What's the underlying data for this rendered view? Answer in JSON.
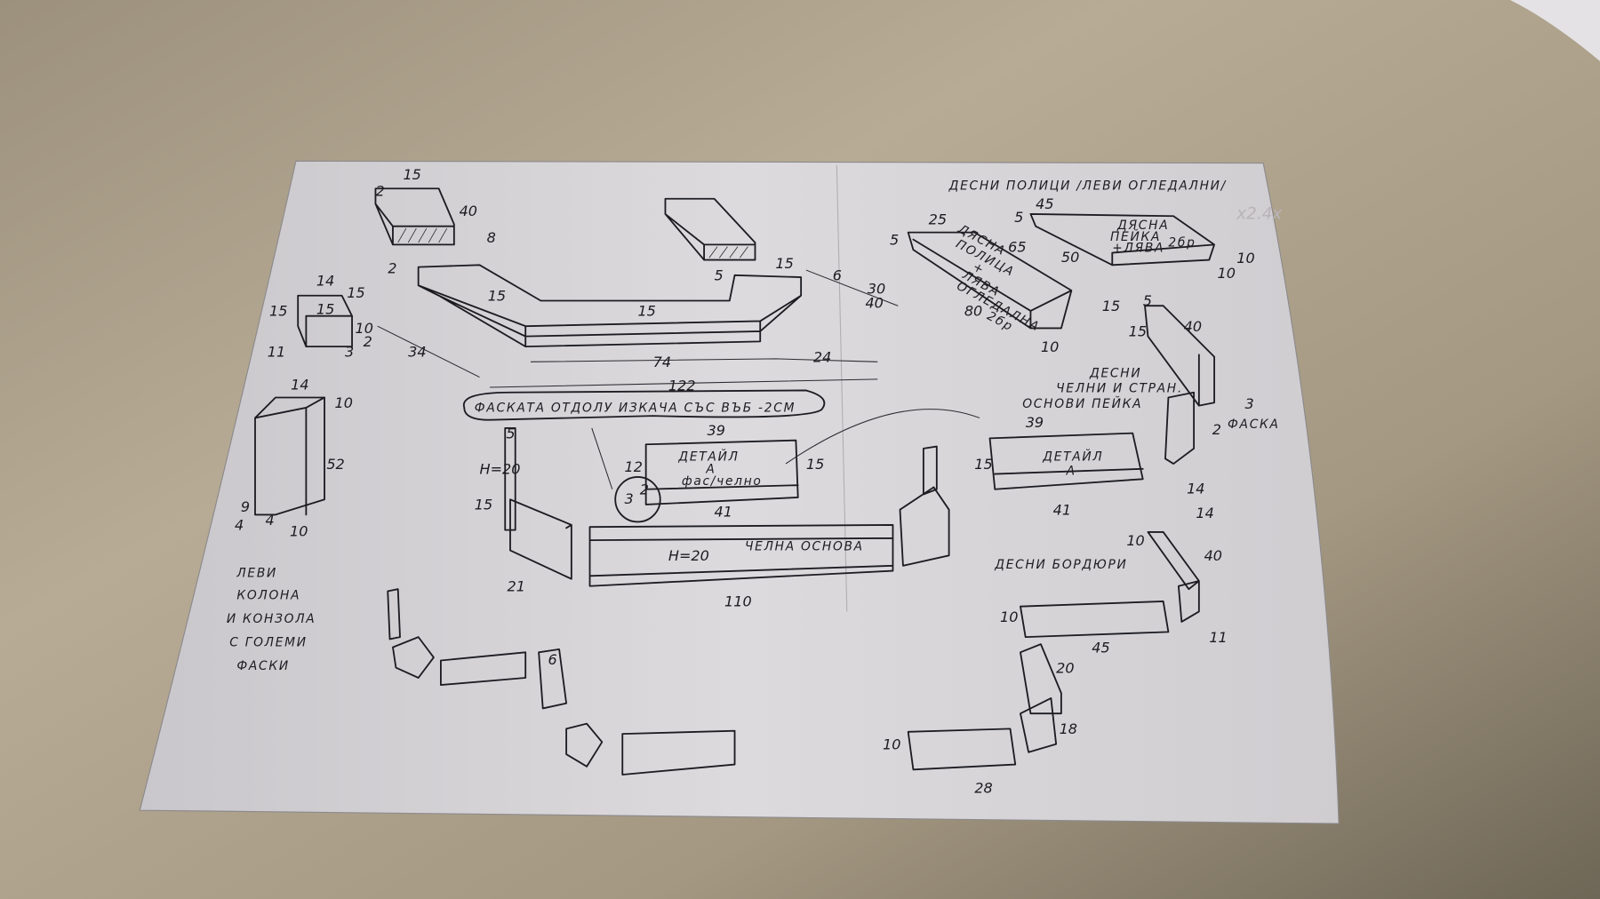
{
  "colors": {
    "paper": "#d8d6d8",
    "ink": "#1c1c22",
    "surface": "#a89c86"
  },
  "labels": {
    "right_shelves_title": "ДЕСНИ ПОЛИЦИ /ЛЕВИ ОГЛЕДАЛНИ/",
    "right_bench_1": "ДЯСНА",
    "right_bench_2": "ПЕЙКА",
    "right_bench_3": "+ЛЯВА",
    "right_bench_qty": "2бр",
    "right_shelf_1": "ДЯСНА",
    "right_shelf_2": "ПОЛИЦА",
    "right_shelf_3": "+",
    "right_shelf_4": "ЛЯВА",
    "right_shelf_5": "ОГЛЕДАЛНА",
    "right_shelf_qty": "2бр",
    "bench_bases_1": "ДЕСНИ",
    "bench_bases_2": "ЧЕЛНИ И СТРАН.",
    "bench_bases_3": "ОСНОВИ ПЕЙКА",
    "chamfer": "ФАСКА",
    "chamfer_note": "ФАСКАТА ОТДОЛУ ИЗКАЧА СЪС ВЪБ -2СМ",
    "detail_a_1": "ДЕТАЙЛ",
    "detail_a_2": "А",
    "detail_a_3": "фас/челно",
    "detail_a_right_1": "ДЕТАЙЛ",
    "detail_a_right_2": "А",
    "front_base": "ЧЕЛНА ОСНОВА",
    "left_column_1": "ЛЕВИ",
    "left_column_2": "КОЛОНА",
    "left_column_3": "И КОНЗОЛА",
    "left_column_4": "С ГОЛЕМИ",
    "left_column_5": "ФАСКИ",
    "right_borders": "ДЕСНИ БОРДЮРИ",
    "faint_note": "x2.4x"
  },
  "dimensions": [
    "15",
    "2",
    "40",
    "8",
    "2",
    "5",
    "15",
    "6",
    "30",
    "40",
    "14",
    "15",
    "15",
    "15",
    "10",
    "2",
    "11",
    "3",
    "15",
    "15",
    "34",
    "74",
    "24",
    "122",
    "14",
    "10",
    "52",
    "9",
    "4",
    "4",
    "10",
    "39",
    "15",
    "12",
    "2",
    "3",
    "41",
    "5",
    "H=20",
    "15",
    "21",
    "H=20",
    "110",
    "6",
    "45",
    "25",
    "5",
    "5",
    "65",
    "50",
    "80",
    "10",
    "15",
    "10",
    "10",
    "5",
    "15",
    "40",
    "3",
    "2",
    "39",
    "15",
    "41",
    "14",
    "14",
    "10",
    "40",
    "10",
    "45",
    "11",
    "20",
    "18",
    "10",
    "28"
  ]
}
